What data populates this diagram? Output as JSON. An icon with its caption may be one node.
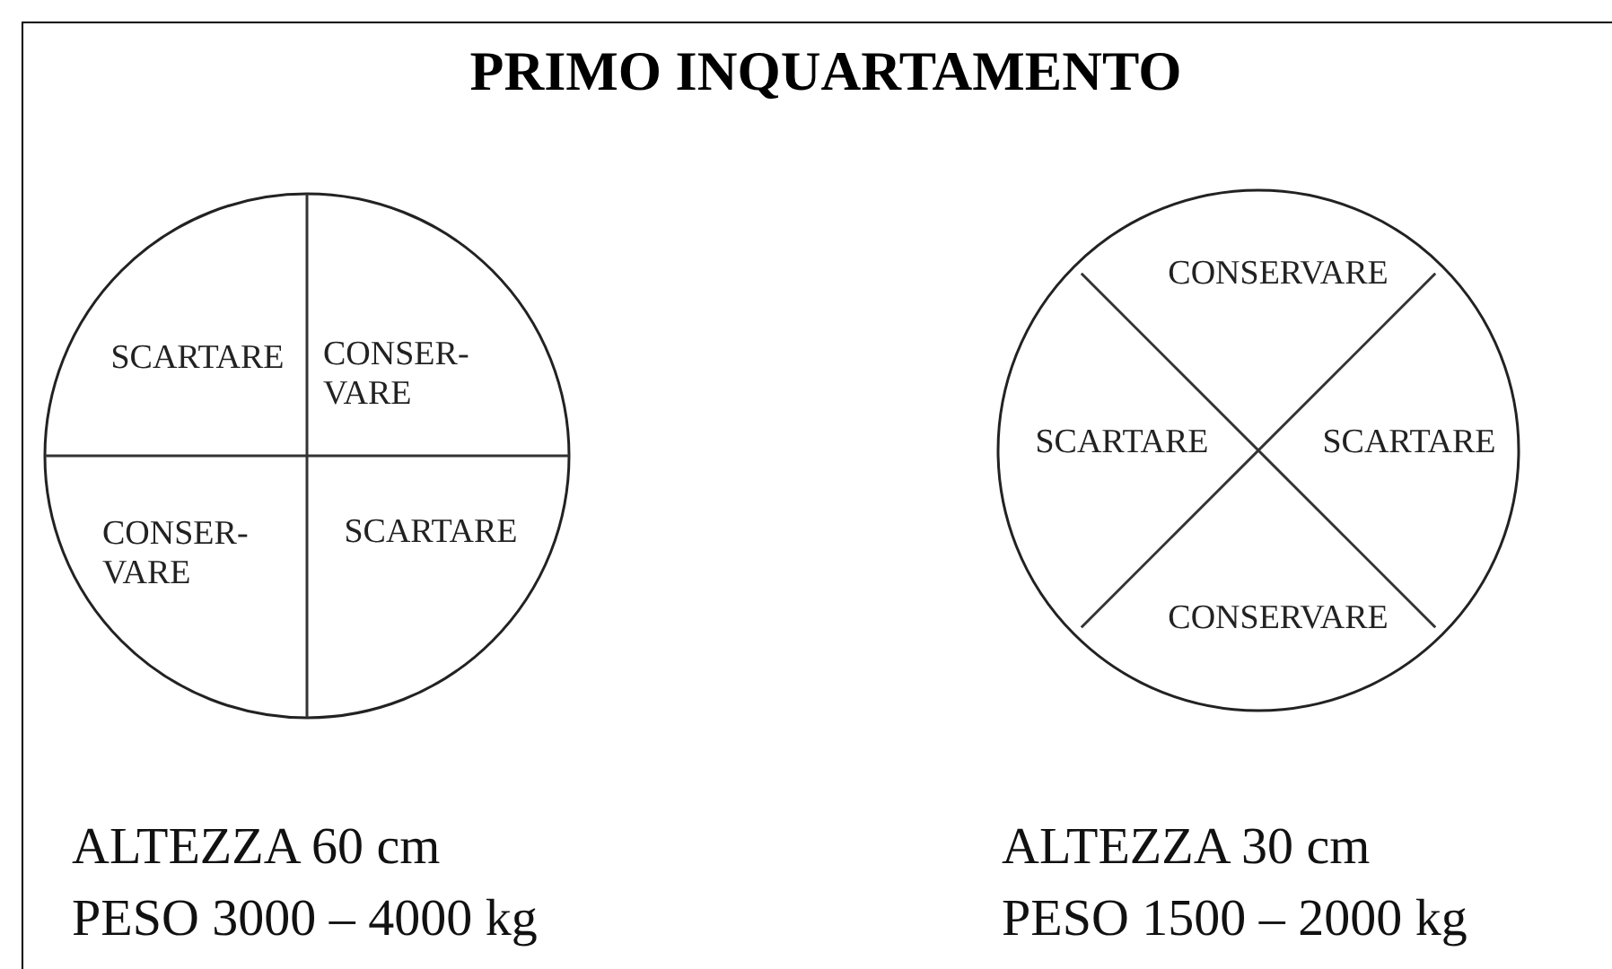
{
  "diagram": {
    "title": "PRIMO INQUARTAMENTO",
    "nodes": [
      {
        "text": [
          "SCARTARE",
          "CONSER- VARE",
          "CONSER- VARE",
          "SCARTARE"
        ],
        "beside": [
          "ALTEZZA 60 cm",
          "PESO 3000 – 4000 kg"
        ]
      },
      {
        "text": [
          "CONSERVARE",
          "SCARTARE",
          "SCARTARE",
          "CONSERVARE"
        ],
        "beside": [
          "ALTEZZA 30 cm",
          "PESO 1500 – 2000 kg"
        ]
      }
    ],
    "edges": []
  }
}
